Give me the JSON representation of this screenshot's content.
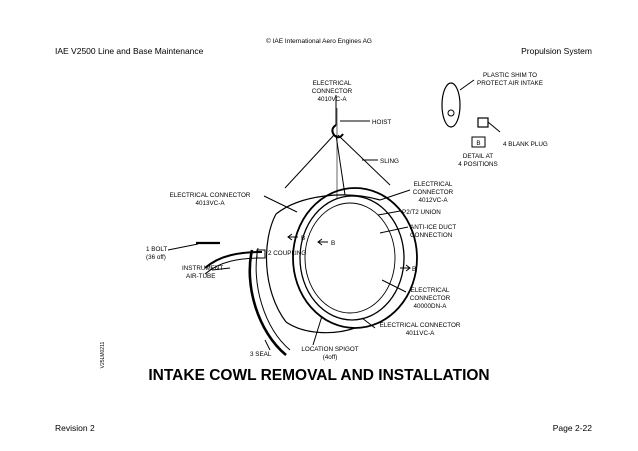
{
  "header": {
    "copyright": "© IAE International Aero Engines AG",
    "left": "IAE V2500 Line and Base Maintenance",
    "right": "Propulsion System"
  },
  "footer": {
    "left": "Revision 2",
    "right": "Page 2-22"
  },
  "figure": {
    "title": "INTAKE COWL REMOVAL AND INSTALLATION",
    "ref": "V25LM0211",
    "labels": {
      "ec4010_1": "ELECTRICAL",
      "ec4010_2": "CONNECTOR",
      "ec4010_3": "4010VC-A",
      "hoist": "HOIST",
      "sling": "SLING",
      "ec4013_1": "ELECTRICAL CONNECTOR",
      "ec4013_2": "4013VC-A",
      "ec4012_1": "ELECTRICAL",
      "ec4012_2": "CONNECTOR",
      "ec4012_3": "4012VC-A",
      "p2t2": "P2/T2 UNION",
      "antiice_1": "ANTI-ICE DUCT",
      "antiice_2": "CONNECTION",
      "bolt_1": "1 BOLT",
      "bolt_2": "(36 off)",
      "coupling": "2 COUPLING",
      "instr_1": "INSTRUMENT",
      "instr_2": "AIR-TUBE",
      "ec40000_1": "ELECTRICAL",
      "ec40000_2": "CONNECTOR",
      "ec40000_3": "40000DN-A",
      "ec4011_1": "ELECTRICAL CONNECTOR",
      "ec4011_2": "4011VC-A",
      "seal": "3 SEAL",
      "spigot_1": "LOCATION SPIGOT",
      "spigot_2": "(4off)",
      "shim_1": "PLASTIC SHIM TO",
      "shim_2": "PROTECT AIR INTAKE",
      "blank_plug": "4 BLANK PLUG",
      "box_b": "B",
      "detail_1": "DETAIL AT",
      "detail_2": "4 POSITIONS",
      "b1": "B",
      "b2": "B",
      "b3": "B"
    }
  }
}
